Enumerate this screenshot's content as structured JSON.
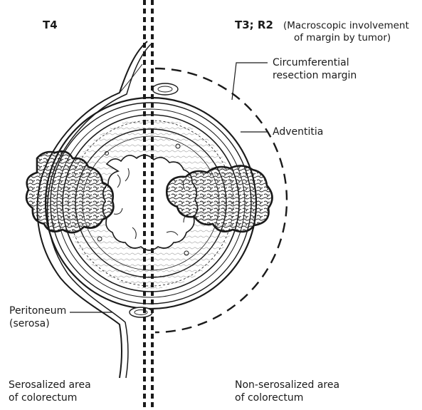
{
  "labels": {
    "left_stage": "T4",
    "right_stage": "T3; R2",
    "right_note_line1": "(Macroscopic involvement",
    "right_note_line2": "of margin by tumor)",
    "crm_line1": "Circumferential",
    "crm_line2": "resection margin",
    "adventitia": "Adventitia",
    "peritoneum_line1": "Peritoneum",
    "peritoneum_line2": "(serosa)",
    "left_area_line1": "Serosalized area",
    "left_area_line2": "of colorectum",
    "right_area_line1": "Non-serosalized area",
    "right_area_line2": "of colorectum"
  },
  "colors": {
    "ink": "#1a1a1a",
    "tumor_fill": "#ffffff",
    "background": "#ffffff"
  }
}
